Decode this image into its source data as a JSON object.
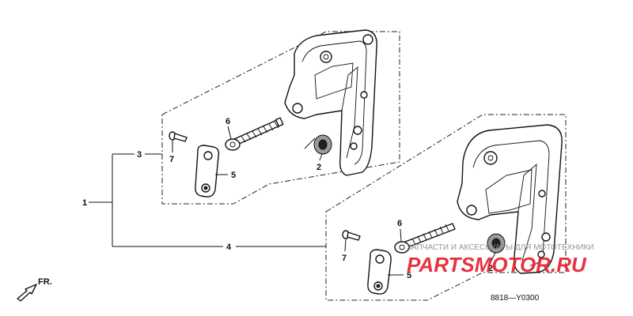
{
  "callouts": {
    "c1": "1",
    "c2_upper": "2",
    "c2_lower": "2",
    "c3": "3",
    "c4": "4",
    "c5_upper": "5",
    "c5_lower": "5",
    "c6_upper": "6",
    "c6_lower": "6",
    "c7_upper": "7",
    "c7_lower": "7"
  },
  "direction_label": "FR.",
  "diagram_code": "8818—Y0300",
  "watermark": {
    "text": "ЗАПЧАСТИ И АКСЕССУАРЫ ДЛЯ МОТОТЕХНИКИ",
    "logo": "PARTSMOTOR.RU",
    "logo_color": "#e41d2b"
  }
}
